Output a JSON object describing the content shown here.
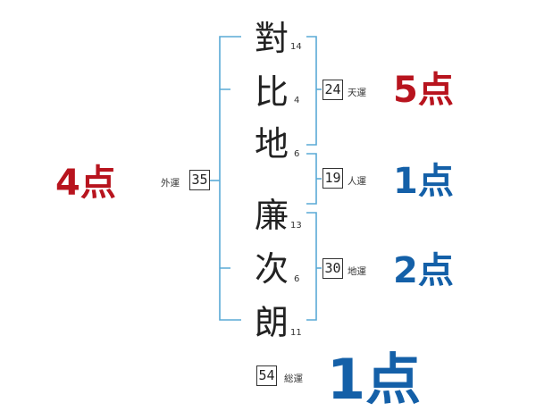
{
  "name": {
    "chars": [
      {
        "char": "對",
        "strokes": "14"
      },
      {
        "char": "比",
        "strokes": "4"
      },
      {
        "char": "地",
        "strokes": "6"
      },
      {
        "char": "廉",
        "strokes": "13"
      },
      {
        "char": "次",
        "strokes": "6"
      },
      {
        "char": "朗",
        "strokes": "11"
      }
    ]
  },
  "fortunes": {
    "ten": {
      "label": "天運",
      "value": "24",
      "score": "5点"
    },
    "jin": {
      "label": "人運",
      "value": "19",
      "score": "1点"
    },
    "chi": {
      "label": "地運",
      "value": "30",
      "score": "2点"
    },
    "gai": {
      "label": "外運",
      "value": "35",
      "score": "4点"
    },
    "sou": {
      "label": "総運",
      "value": "54",
      "score": "1点"
    }
  },
  "colors": {
    "bracket": "#5aaad6",
    "score_red": "#b8141e",
    "score_blue": "#1460a8"
  }
}
